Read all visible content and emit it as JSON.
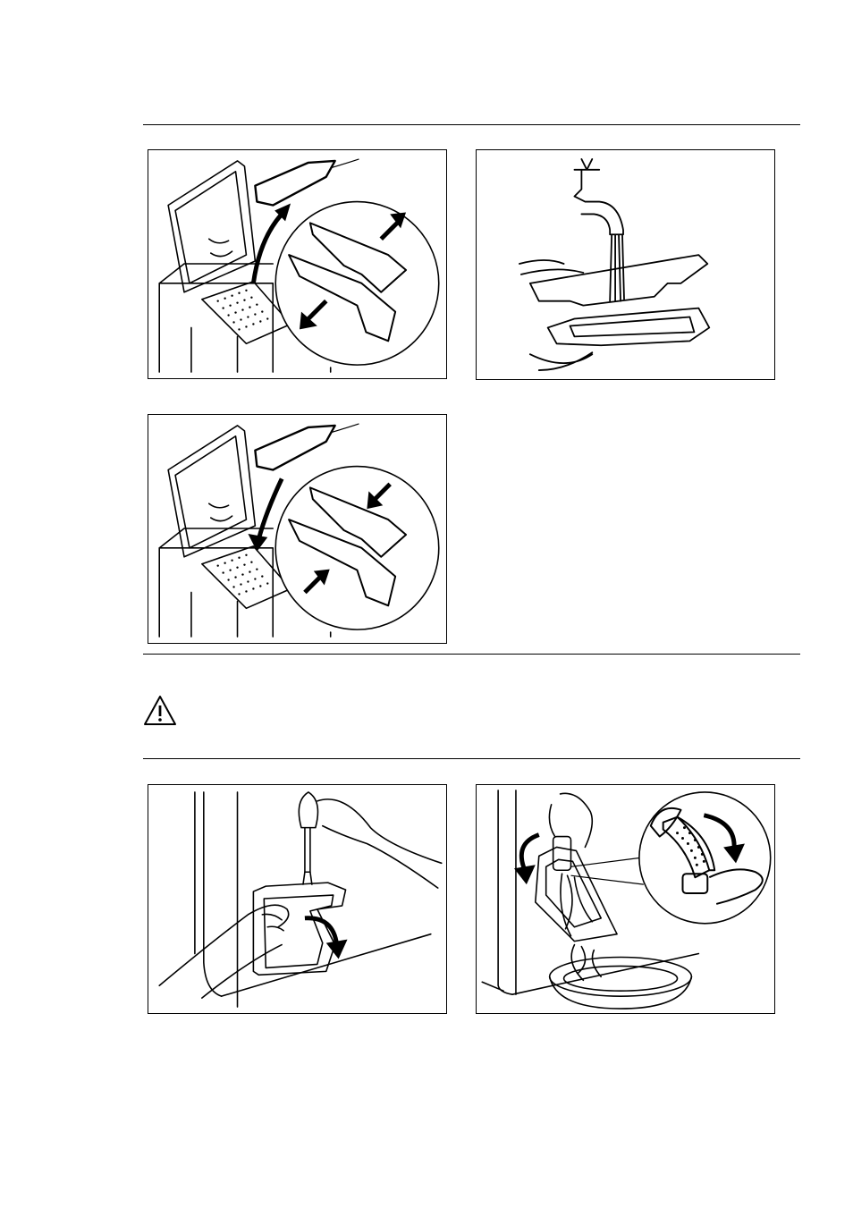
{
  "page": {
    "warning": {
      "icon": "warning-triangle-icon",
      "text": ""
    },
    "figures": [
      {
        "id": "remove-detergent-dispenser",
        "icons": [
          "arrow-up-icon",
          "arrow-diagonal-icon"
        ]
      },
      {
        "id": "rinse-dispenser-under-tap",
        "icons": [
          "water-tap-icon"
        ]
      },
      {
        "id": "refit-detergent-dispenser",
        "icons": [
          "arrow-down-icon",
          "arrow-diagonal-icon"
        ]
      },
      {
        "id": "open-pump-flap-with-screwdriver",
        "icons": [
          "screwdriver-icon",
          "curved-arrow-icon"
        ]
      },
      {
        "id": "unscrew-pump-filter",
        "icons": [
          "curved-arrow-icon",
          "bowl-icon"
        ]
      }
    ]
  }
}
